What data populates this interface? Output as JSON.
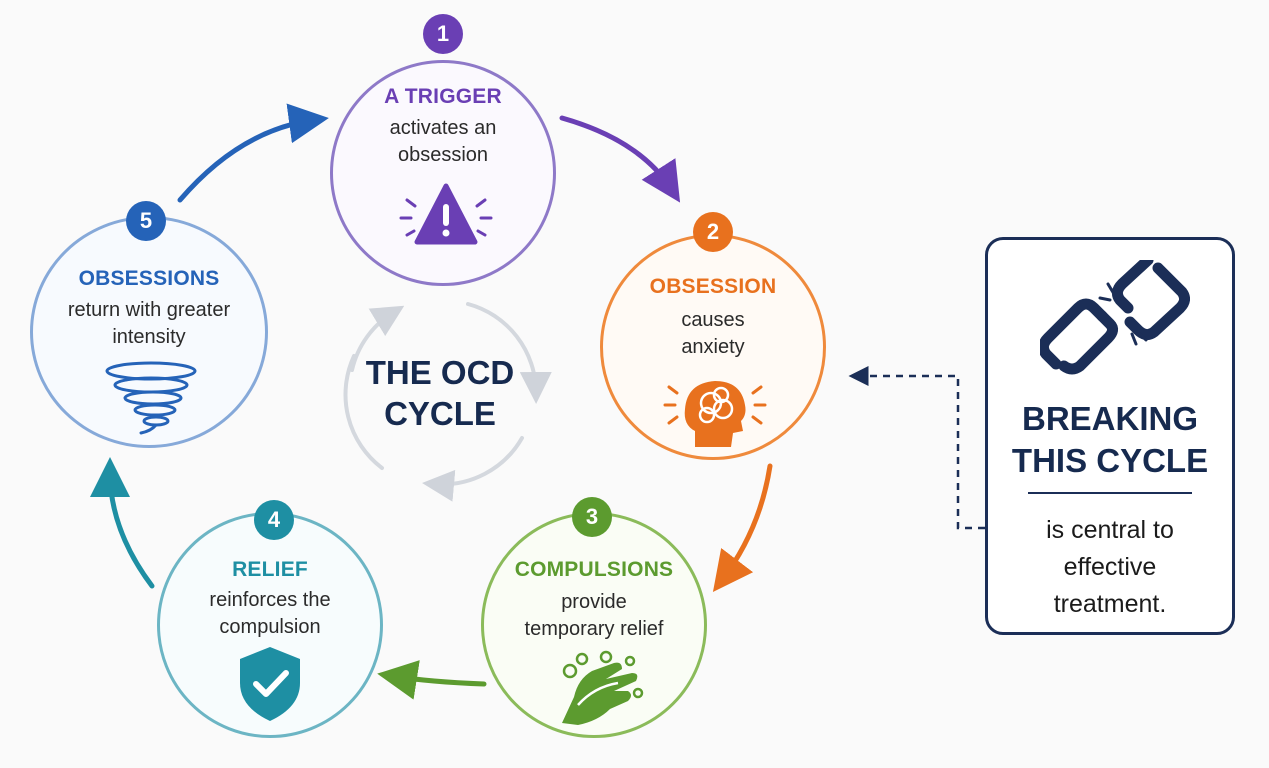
{
  "center": {
    "line1": "THE OCD",
    "line2": "CYCLE"
  },
  "steps": [
    {
      "number": "1",
      "title": "A TRIGGER",
      "lines": [
        "activates an",
        "obsession"
      ],
      "icon": "warning-icon",
      "color": "#6a3fb4"
    },
    {
      "number": "2",
      "title": "OBSESSION",
      "lines": [
        "causes",
        "anxiety"
      ],
      "icon": "anxious-head-icon",
      "color": "#e8711e"
    },
    {
      "number": "3",
      "title": "COMPULSIONS",
      "lines": [
        "provide",
        "temporary relief"
      ],
      "icon": "handwashing-icon",
      "color": "#5c9b2f"
    },
    {
      "number": "4",
      "title": "RELIEF",
      "lines": [
        "reinforces the",
        "compulsion"
      ],
      "icon": "shield-check-icon",
      "color": "#1e8fa3"
    },
    {
      "number": "5",
      "title": "OBSESSIONS",
      "lines": [
        "return with greater",
        "intensity"
      ],
      "icon": "spiral-icon",
      "color": "#2563b8"
    }
  ],
  "breaking": {
    "title_line1": "BREAKING",
    "title_line2": "THIS CYCLE",
    "text_lines": [
      "is central to",
      "effective",
      "treatment."
    ],
    "icon": "broken-chain-icon",
    "color": "#1b2e57"
  }
}
